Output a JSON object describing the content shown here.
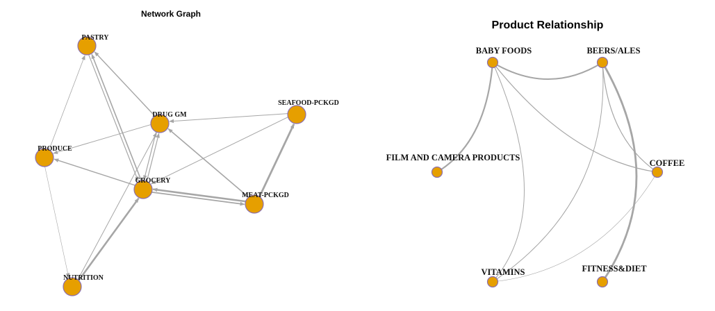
{
  "graphs": [
    {
      "id": "network",
      "title": "Network Graph",
      "node_color": "#E69F00",
      "node_stroke": "#8B6FAF",
      "edge_color": "#A6A6A6",
      "nodes": [
        {
          "id": "PASTRY",
          "label": "PASTRY"
        },
        {
          "id": "DRUG GM",
          "label": "DRUG GM"
        },
        {
          "id": "SEAFOOD-PCKGD",
          "label": "SEAFOOD-PCKGD"
        },
        {
          "id": "PRODUCE",
          "label": "PRODUCE"
        },
        {
          "id": "GROCERY",
          "label": "GROCERY"
        },
        {
          "id": "MEAT-PCKGD",
          "label": "MEAT-PCKGD"
        },
        {
          "id": "NUTRITION",
          "label": "NUTRITION"
        }
      ],
      "edges": [
        {
          "source": "DRUG GM",
          "target": "PASTRY",
          "weight": 1.4
        },
        {
          "source": "PRODUCE",
          "target": "PASTRY",
          "weight": 0.8
        },
        {
          "source": "GROCERY",
          "target": "PASTRY",
          "weight": 1.6
        },
        {
          "source": "PASTRY",
          "target": "GROCERY",
          "weight": 1.2
        },
        {
          "source": "SEAFOOD-PCKGD",
          "target": "DRUG GM",
          "weight": 1.0
        },
        {
          "source": "DRUG GM",
          "target": "PRODUCE",
          "weight": 1.0
        },
        {
          "source": "MEAT-PCKGD",
          "target": "DRUG GM",
          "weight": 1.6
        },
        {
          "source": "GROCERY",
          "target": "DRUG GM",
          "weight": 1.2
        },
        {
          "source": "DRUG GM",
          "target": "GROCERY",
          "weight": 1.2
        },
        {
          "source": "NUTRITION",
          "target": "DRUG GM",
          "weight": 1.0
        },
        {
          "source": "SEAFOOD-PCKGD",
          "target": "GROCERY",
          "weight": 1.0
        },
        {
          "source": "GROCERY",
          "target": "PRODUCE",
          "weight": 1.4
        },
        {
          "source": "MEAT-PCKGD",
          "target": "GROCERY",
          "weight": 2.6
        },
        {
          "source": "GROCERY",
          "target": "MEAT-PCKGD",
          "weight": 1.8
        },
        {
          "source": "MEAT-PCKGD",
          "target": "SEAFOOD-PCKGD",
          "weight": 2.8
        },
        {
          "source": "NUTRITION",
          "target": "GROCERY",
          "weight": 2.6
        },
        {
          "source": "PRODUCE",
          "target": "NUTRITION",
          "weight": 0.6
        }
      ]
    },
    {
      "id": "product",
      "title": "Product Relationship",
      "node_color": "#E69F00",
      "node_stroke": "#8B6FAF",
      "edge_color": "#A6A6A6",
      "nodes": [
        {
          "id": "BABY FOODS",
          "label": "BABY FOODS"
        },
        {
          "id": "BEERS/ALES",
          "label": "BEERS/ALES"
        },
        {
          "id": "FILM AND CAMERA PRODUCTS",
          "label": "FILM AND CAMERA PRODUCTS"
        },
        {
          "id": "COFFEE",
          "label": "COFFEE"
        },
        {
          "id": "VITAMINS",
          "label": "VITAMINS"
        },
        {
          "id": "FITNESS&DIET",
          "label": "FITNESS&DIET"
        }
      ],
      "edges": [
        {
          "source": "BABY FOODS",
          "target": "BEERS/ALES",
          "weight": 2.0
        },
        {
          "source": "BABY FOODS",
          "target": "FILM AND CAMERA PRODUCTS",
          "weight": 2.2
        },
        {
          "source": "BABY FOODS",
          "target": "COFFEE",
          "weight": 1.2
        },
        {
          "source": "BABY FOODS",
          "target": "VITAMINS",
          "weight": 1.0
        },
        {
          "source": "BEERS/ALES",
          "target": "COFFEE",
          "weight": 1.2
        },
        {
          "source": "BEERS/ALES",
          "target": "VITAMINS",
          "weight": 1.0
        },
        {
          "source": "BEERS/ALES",
          "target": "FITNESS&DIET",
          "weight": 2.8
        },
        {
          "source": "VITAMINS",
          "target": "COFFEE",
          "weight": 0.6
        }
      ]
    }
  ]
}
